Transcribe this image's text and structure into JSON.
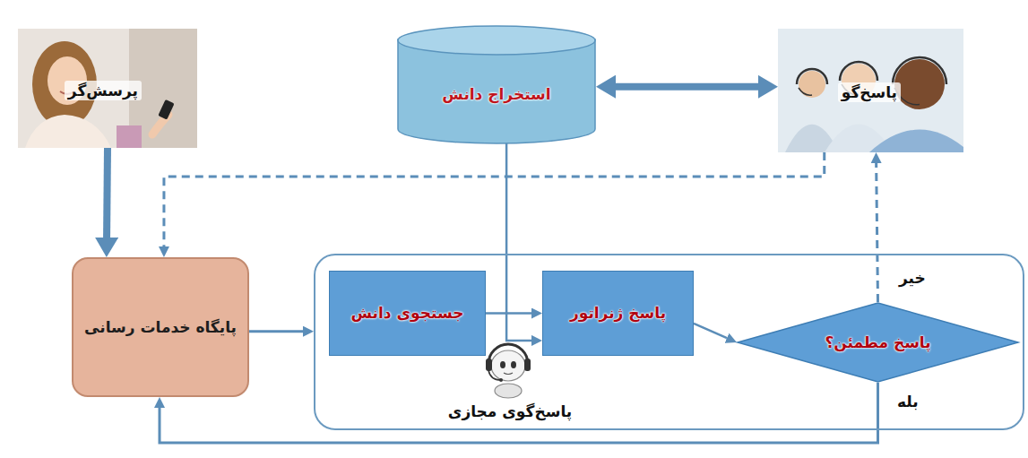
{
  "diagram": {
    "nodes": [
      {
        "text": [
          "پرسش‌گر"
        ]
      },
      {
        "text": [
          "استخراج دانش"
        ]
      },
      {
        "text": [
          "پاسخ‌گو"
        ]
      },
      {
        "text": [
          "پایگاه خدمات رسانی"
        ]
      },
      {
        "text": [
          "پاسخ‌گوی مجازی"
        ]
      },
      {
        "text": [
          "جستجوی دانش"
        ],
        "in": 4
      },
      {
        "text": [
          "پاسخ ژنراتور"
        ],
        "in": 4
      },
      {
        "text": [
          "پاسخ مطمئن؟"
        ],
        "in": 4
      }
    ],
    "edges": [
      {
        "from": 0,
        "to": 3,
        "arrow": "to"
      },
      {
        "from": 2,
        "to": 3,
        "arrow": "to"
      },
      {
        "from": 1,
        "to": 2,
        "arrow": "both"
      },
      {
        "from": 3,
        "to": 4,
        "arrow": "to"
      },
      {
        "from": 5,
        "to": 6,
        "arrow": "to"
      },
      {
        "from": 1,
        "to": 6,
        "arrow": "to"
      },
      {
        "from": 6,
        "to": 7,
        "arrow": "to"
      },
      {
        "from": 7,
        "to": 2,
        "arrow": "to",
        "label": "خیر"
      },
      {
        "from": 7,
        "to": 3,
        "arrow": "to",
        "label": "بله"
      }
    ]
  }
}
